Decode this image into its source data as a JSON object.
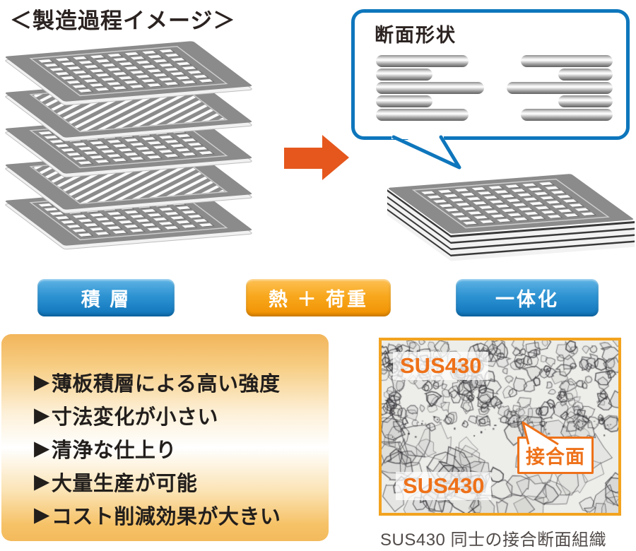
{
  "title": "＜製造過程イメージ＞",
  "bubble": {
    "label": "断面形状"
  },
  "steps": [
    {
      "id": "lamination",
      "label": "積 層"
    },
    {
      "id": "heat-load",
      "label": "熱 ＋ 荷重"
    },
    {
      "id": "integration",
      "label": "一体化"
    }
  ],
  "benefits": {
    "bullet": "▶",
    "items": [
      "薄板積層による高い強度",
      "寸法変化が小さい",
      "清浄な仕上り",
      "大量生産が可能",
      "コスト削減効果が大きい"
    ]
  },
  "micrograph": {
    "label_top": "SUS430",
    "label_bottom": "SUS430",
    "callout": "接合面",
    "caption": "SUS430 同士の接合断面組織"
  },
  "colors": {
    "bubble_border": "#0E76BC",
    "arrow": "#E5571D",
    "step_blue_top": "#5FB4E5",
    "step_blue_bottom": "#0F74BA",
    "step_orange_top": "#FDC155",
    "step_orange_bottom": "#F19000",
    "panel_border": "#F2A31F",
    "accent_orange": "#EE7119",
    "benefit_panel_orange": "#F2B55A"
  }
}
